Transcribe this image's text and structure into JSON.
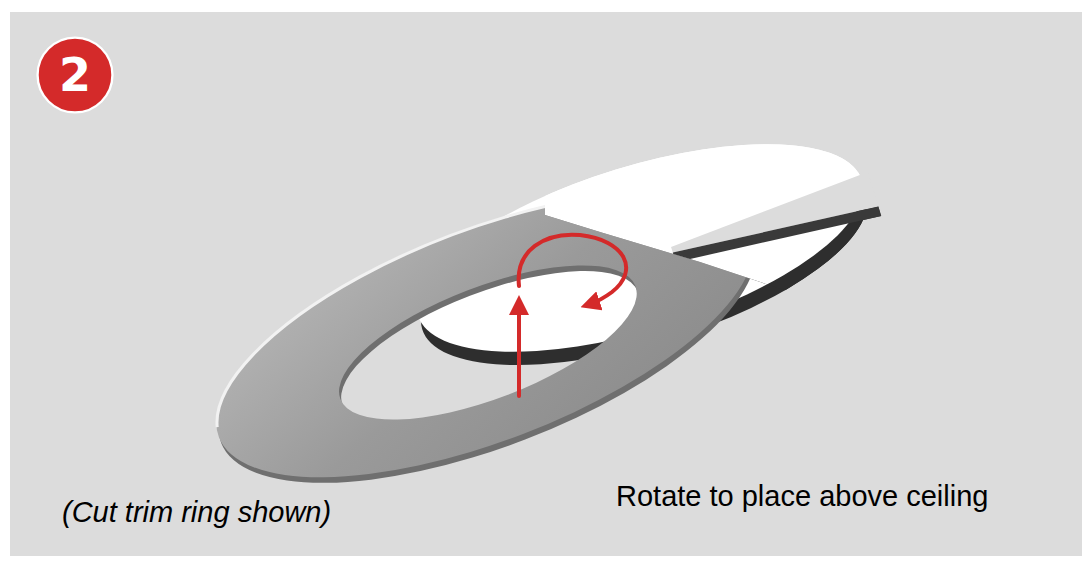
{
  "diagram": {
    "nodes": [
      {
        "text": [
          "2"
        ]
      }
    ],
    "labels": [
      "(Cut trim ring shown)",
      "Rotate to place above ceiling"
    ]
  }
}
